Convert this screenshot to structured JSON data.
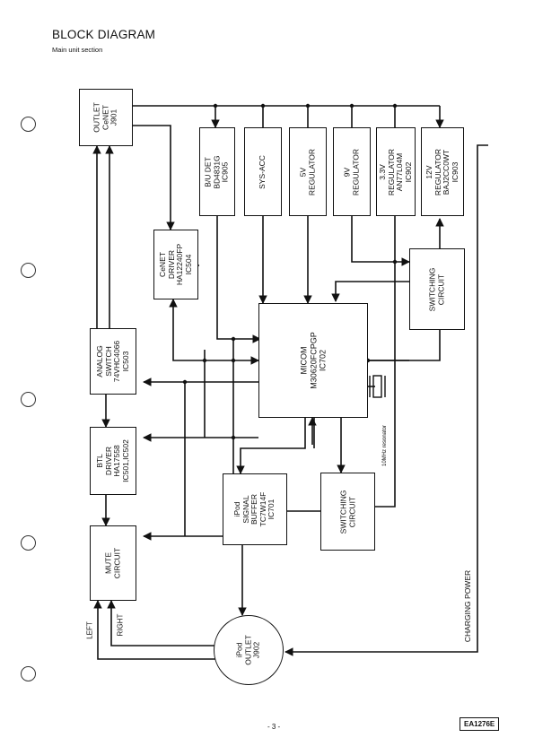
{
  "header": {
    "title": "BLOCK DIAGRAM",
    "subtitle": "Main unit section"
  },
  "blocks": {
    "outlet_cenet": [
      "OUTLET",
      "CeNET",
      "J901"
    ],
    "bu_det": [
      "B/U DET",
      "BD4831G",
      "IC905"
    ],
    "sys_acc": [
      "SYS-ACC"
    ],
    "reg_5v": [
      "5V",
      "REGULATOR"
    ],
    "reg_9v": [
      "9V",
      "REGULATOR"
    ],
    "reg_33v": [
      "3.3V",
      "REGULATOR",
      "AN77L04M",
      "IC902"
    ],
    "reg_12v": [
      "12V",
      "REGULATOR",
      "BAJ2CC0WT",
      "IC903"
    ],
    "cenet_driver": [
      "CeNET",
      "DRIVER",
      "HA12240FP",
      "IC504"
    ],
    "switching_1": [
      "SWITCHING",
      "CIRCUIT"
    ],
    "analog_switch": [
      "ANALOG",
      "SWITCH",
      "74VHC4066",
      "IC503"
    ],
    "micom": [
      "MICOM",
      "M30620FCPGP",
      "IC702"
    ],
    "btl_driver": [
      "BTL",
      "DRIVER",
      "HA17558",
      "IC501,IC502"
    ],
    "ipod_buffer": [
      "iPod",
      "SIGNAL",
      "BUFFER",
      "TC7W14F",
      "IC701"
    ],
    "switching_2": [
      "SWITCHING",
      "CIRCUIT"
    ],
    "mute": [
      "MUTE",
      "CIRCUIT"
    ],
    "ipod_outlet": [
      "iPod",
      "OUTLET",
      "J902"
    ]
  },
  "labels": {
    "resonator": "10MHz resonator",
    "left": "LEFT",
    "right": "RIGHT",
    "charging_power": "CHARGING POWER"
  },
  "footer": {
    "page": "- 3 -",
    "model": "EA1276E"
  }
}
